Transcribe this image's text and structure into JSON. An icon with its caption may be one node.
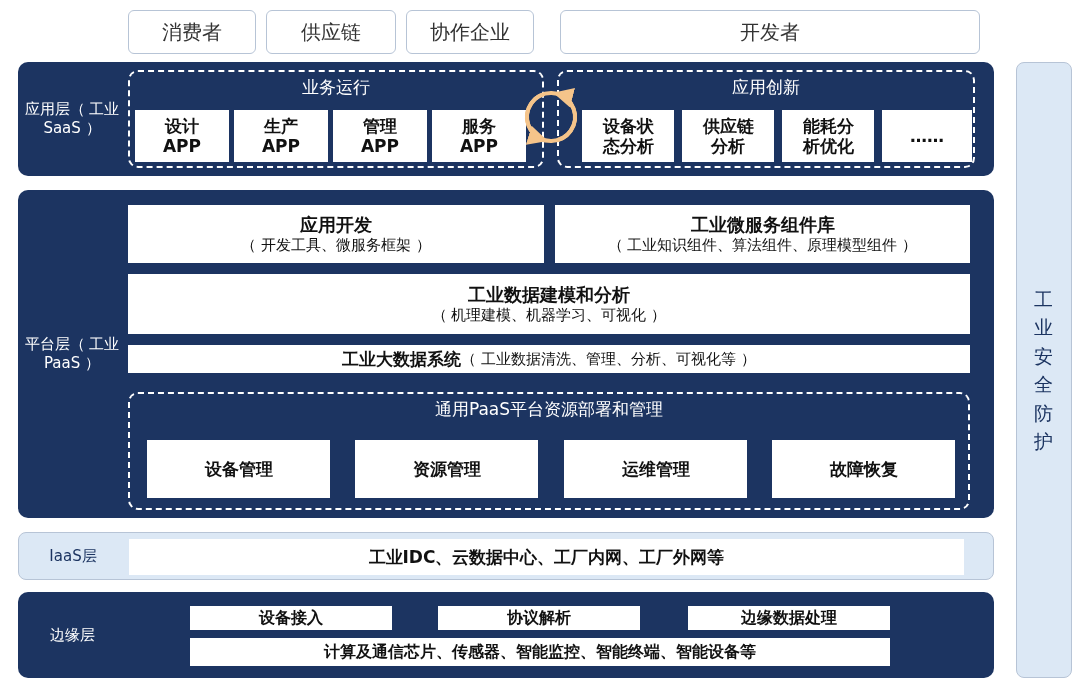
{
  "diagram": {
    "nodes": [
      {
        "text": [
          "消费者"
        ]
      },
      {
        "text": [
          "供应链"
        ]
      },
      {
        "text": [
          "协作企业"
        ]
      },
      {
        "text": [
          "开发者"
        ]
      },
      {
        "text": [
          "应用层（ 工业SaaS ）"
        ]
      },
      {
        "text": [
          "业务运行"
        ],
        "in": 4
      },
      {
        "text": [
          "设计APP"
        ],
        "in": 5
      },
      {
        "text": [
          "生产APP"
        ],
        "in": 5
      },
      {
        "text": [
          "管理APP"
        ],
        "in": 5
      },
      {
        "text": [
          "服务APP"
        ],
        "in": 5
      },
      {
        "text": [
          "应用创新"
        ],
        "in": 4
      },
      {
        "text": [
          "设备状态分析"
        ],
        "in": 10
      },
      {
        "text": [
          "供应链分析"
        ],
        "in": 10
      },
      {
        "text": [
          "能耗分析优化"
        ],
        "in": 10
      },
      {
        "text": [
          "……"
        ],
        "in": 10
      },
      {
        "text": [
          "平台层（ 工业PaaS ）"
        ]
      },
      {
        "text": [
          "应用开发",
          "（ 开发工具、微服务框架 ）"
        ],
        "in": 15
      },
      {
        "text": [
          "工业微服务组件库",
          "（ 工业知识组件、算法组件、原理模型组件 ）"
        ],
        "in": 15
      },
      {
        "text": [
          "工业数据建模和分析",
          "（ 机理建模、机器学习、可视化 ）"
        ],
        "in": 15
      },
      {
        "text": [
          "工业大数据系统",
          "（ 工业数据清洗、管理、分析、可视化等 ）"
        ],
        "in": 15
      },
      {
        "text": [
          "通用PaaS平台资源部署和管理"
        ],
        "in": 15
      },
      {
        "text": [
          "设备管理"
        ],
        "in": 20
      },
      {
        "text": [
          "资源管理"
        ],
        "in": 20
      },
      {
        "text": [
          "运维管理"
        ],
        "in": 20
      },
      {
        "text": [
          "故障恢复"
        ],
        "in": 20
      },
      {
        "text": [
          "IaaS层"
        ]
      },
      {
        "text": [
          "工业IDC、云数据中心、工厂内网、工厂外网等"
        ],
        "in": 25
      },
      {
        "text": [
          "边缘层"
        ]
      },
      {
        "text": [
          "设备接入"
        ],
        "in": 27
      },
      {
        "text": [
          "协议解析"
        ],
        "in": 27
      },
      {
        "text": [
          "边缘数据处理"
        ],
        "in": 27
      },
      {
        "text": [
          "计算及通信芯片、传感器、智能监控、智能终端、智能设备等"
        ],
        "in": 27
      },
      {
        "text": [
          "工业安全防护"
        ]
      }
    ],
    "edges": [
      {
        "from": 5,
        "to": 10,
        "arrow": "to",
        "color": "#f5c48a"
      },
      {
        "from": 10,
        "to": 5,
        "arrow": "to",
        "color": "#f5c48a"
      }
    ]
  }
}
